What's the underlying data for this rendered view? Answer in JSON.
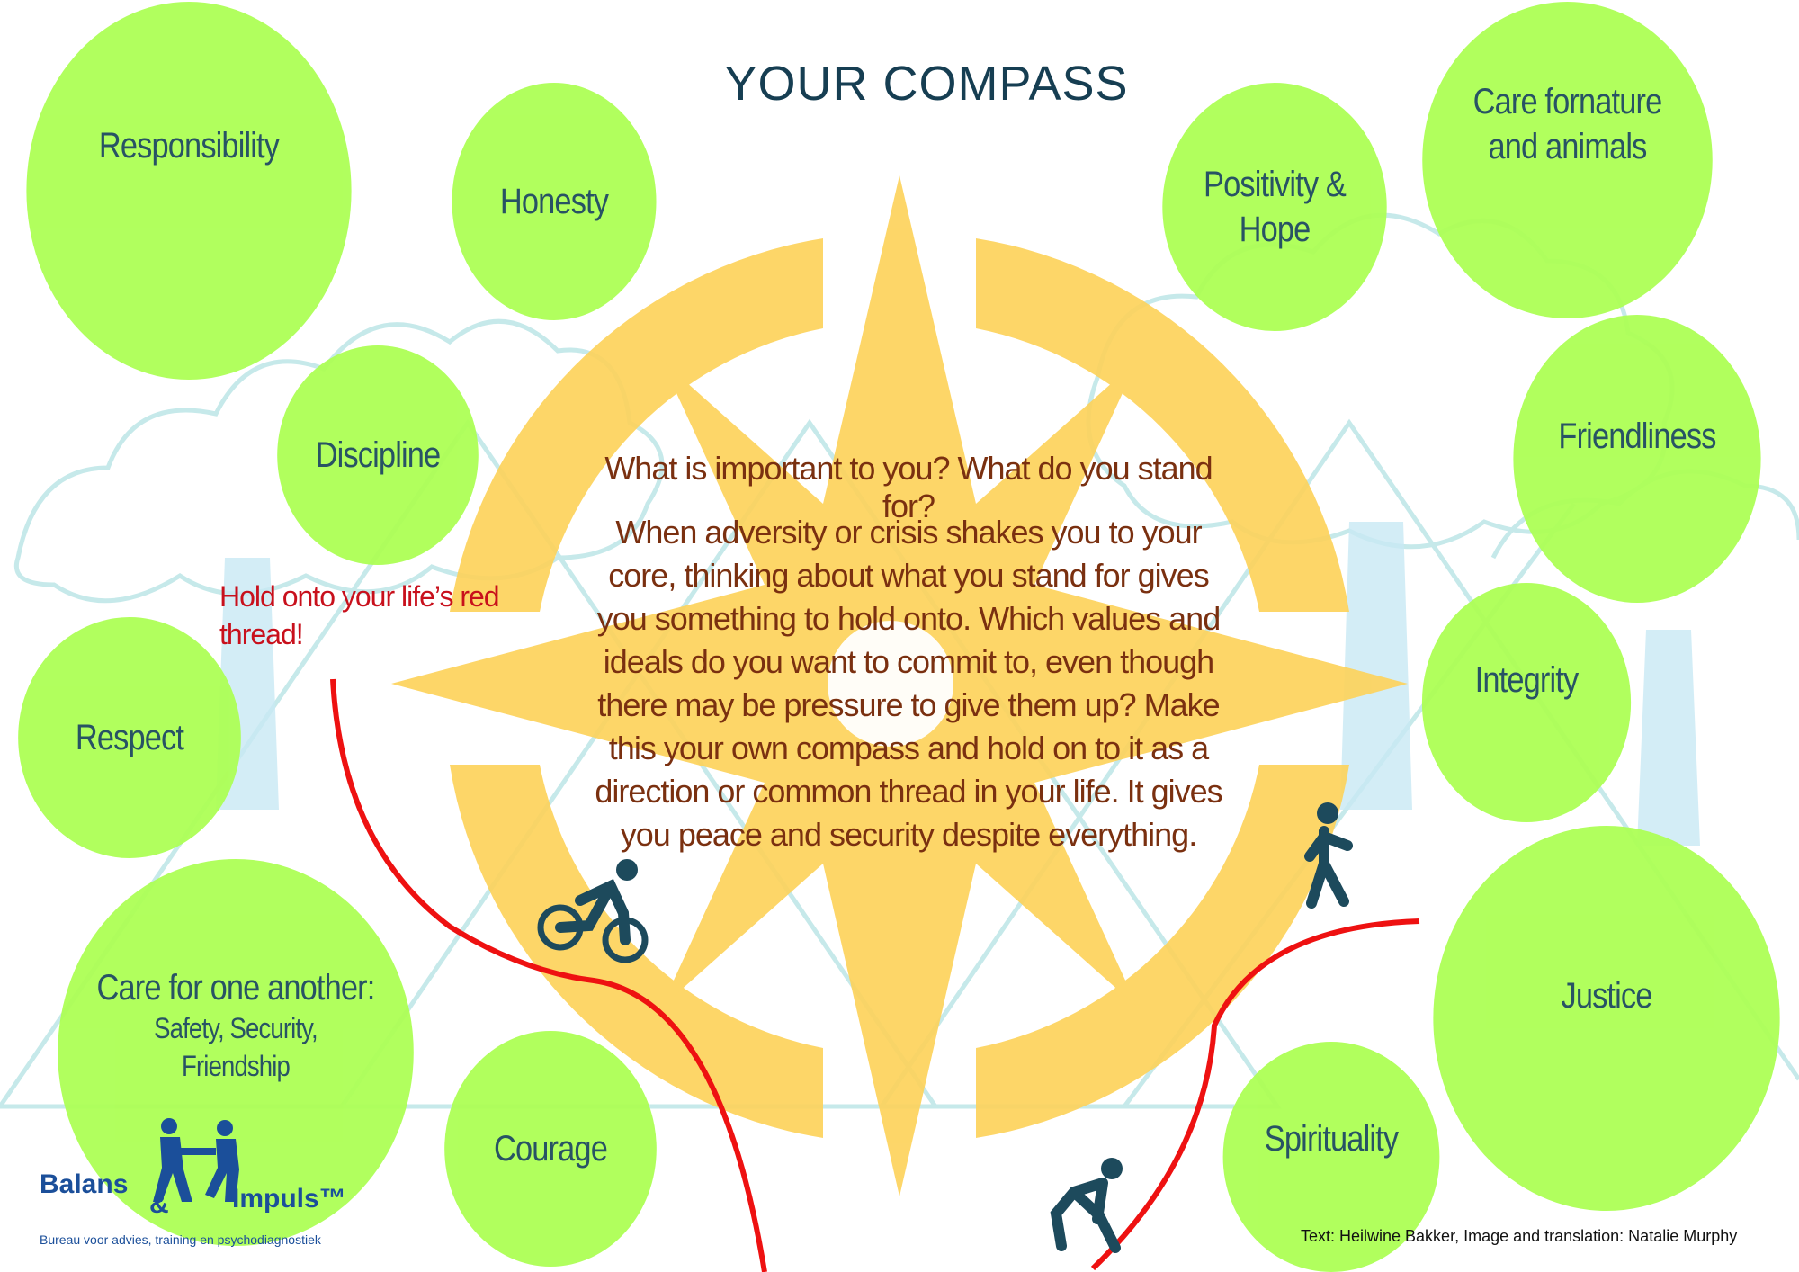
{
  "title": "YOUR COMPASS",
  "question": "What is important to you? What do you stand for?",
  "body": "When adversity or crisis shakes you to your core, thinking about what you stand for gives you something to hold onto. Which values and ideals do you want to commit to, even though there may be pressure to give them up? Make this your own compass and hold on to it as a direction or common thread in your life. It gives you peace and security despite everything.",
  "red_thread_note": "Hold onto your life’s red thread!",
  "values": {
    "responsibility": "Responsibility",
    "honesty": "Honesty",
    "discipline": "Discipline",
    "respect": "Respect",
    "care_one_another": "Care for one another:",
    "care_one_another_sub1": "Safety, Security,",
    "care_one_another_sub2": "Friendship",
    "courage": "Courage",
    "positivity": "Positivity &",
    "hope": "Hope",
    "care_nature_1": "Care fornature",
    "care_nature_2": "and animals",
    "friendliness": "Friendliness",
    "integrity": "Integrity",
    "justice": "Justice",
    "spirituality": "Spirituality"
  },
  "logo": {
    "word1": "Balans",
    "amp": "&",
    "word2": "Impuls™",
    "tagline": "Bureau voor advies, training en psychodiagnostiek"
  },
  "credit": "Text: Heilwine Bakker, Image and translation: Natalie Murphy",
  "icons": [
    "cyclist-icon",
    "walker-icon",
    "starting-runner-icon",
    "logo-figures-icon"
  ],
  "colors": {
    "circle": "#adff55",
    "compass": "#fdd35c",
    "title": "#163e52",
    "text": "#7a3010",
    "thread": "#ee1111",
    "background_sketch": "#bfe6e8"
  }
}
